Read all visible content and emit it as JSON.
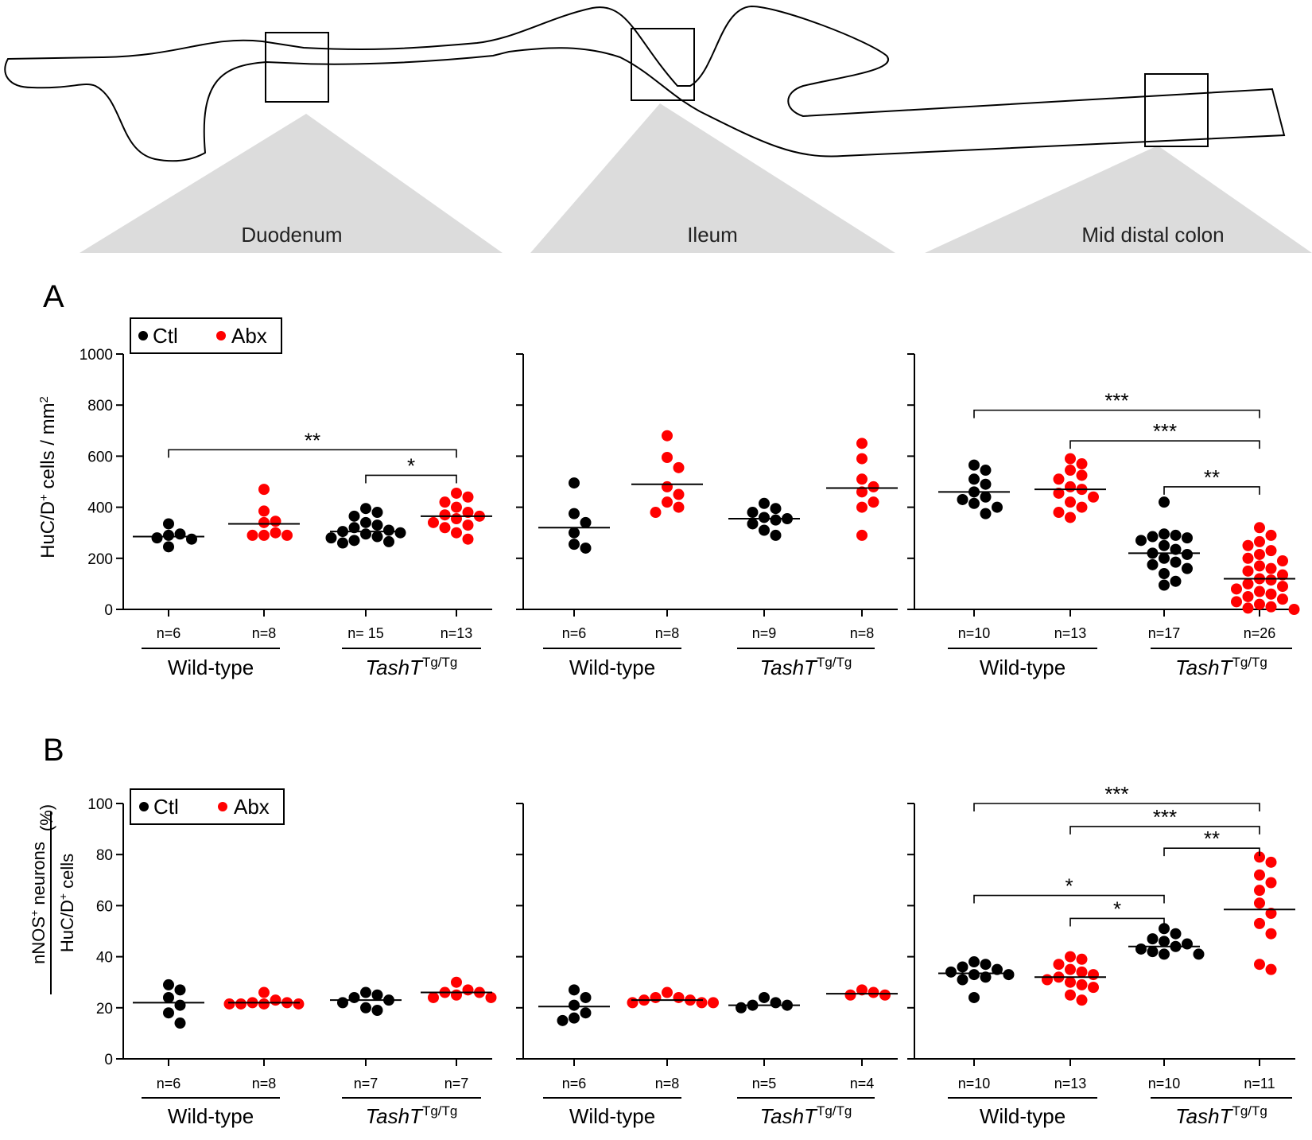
{
  "gut_diagram": {
    "regions": [
      {
        "label": "Duodenum"
      },
      {
        "label": "Ileum"
      },
      {
        "label": "Mid distal colon"
      }
    ]
  },
  "legend": {
    "ctl_label": "Ctl",
    "abx_label": "Abx",
    "ctl_color": "#000000",
    "abx_color": "#ff0000"
  },
  "groups": {
    "wild_type": "Wild-type",
    "tasht_main": "TashT",
    "tasht_sup": "Tg/Tg"
  },
  "panels": [
    {
      "id": "A",
      "letter": "A",
      "ylabel": "HuC/D",
      "ylabel_sup": "+",
      "ylabel_tail": " cells / mm",
      "ylabel_sup2": "2",
      "chart_data": {
        "type": "scatter",
        "ylim": [
          0,
          1000
        ],
        "yticks": [
          "0",
          "200",
          "400",
          "600",
          "800",
          "1000"
        ],
        "grid": false,
        "subplots": [
          {
            "region": "Duodenum",
            "groups": [
              {
                "genotype": "Wild-type",
                "treatment": "Ctl",
                "n_label": "n=6",
                "mean": 285,
                "values": [
                  335,
                  295,
                  290,
                  280,
                  275,
                  245
                ]
              },
              {
                "genotype": "Wild-type",
                "treatment": "Abx",
                "n_label": "n=8",
                "mean": 335,
                "values": [
                  470,
                  385,
                  345,
                  340,
                  300,
                  290,
                  290,
                  290
                ]
              },
              {
                "genotype": "TashT Tg/Tg",
                "treatment": "Ctl",
                "n_label": "n= 15",
                "mean": 305,
                "values": [
                  395,
                  380,
                  365,
                  340,
                  330,
                  320,
                  310,
                  305,
                  300,
                  295,
                  285,
                  280,
                  270,
                  265,
                  260
                ]
              },
              {
                "genotype": "TashT Tg/Tg",
                "treatment": "Abx",
                "n_label": "n=13",
                "mean": 365,
                "values": [
                  455,
                  440,
                  420,
                  400,
                  380,
                  370,
                  365,
                  355,
                  340,
                  330,
                  320,
                  300,
                  275
                ]
              }
            ],
            "significance": [
              {
                "from": 0,
                "to": 3,
                "label": "**",
                "y": 625
              },
              {
                "from": 2,
                "to": 3,
                "label": "*",
                "y": 525
              }
            ]
          },
          {
            "region": "Ileum",
            "groups": [
              {
                "genotype": "Wild-type",
                "treatment": "Ctl",
                "n_label": "n=6",
                "mean": 320,
                "values": [
                  495,
                  375,
                  340,
                  300,
                  255,
                  240
                ]
              },
              {
                "genotype": "Wild-type",
                "treatment": "Abx",
                "n_label": "n=8",
                "mean": 490,
                "values": [
                  680,
                  595,
                  555,
                  480,
                  450,
                  420,
                  400,
                  380
                ]
              },
              {
                "genotype": "TashT Tg/Tg",
                "treatment": "Ctl",
                "n_label": "n=9",
                "mean": 355,
                "values": [
                  415,
                  395,
                  380,
                  360,
                  355,
                  350,
                  335,
                  310,
                  290
                ]
              },
              {
                "genotype": "TashT Tg/Tg",
                "treatment": "Abx",
                "n_label": "n=8",
                "mean": 475,
                "values": [
                  650,
                  590,
                  510,
                  480,
                  460,
                  420,
                  400,
                  290
                ]
              }
            ],
            "significance": []
          },
          {
            "region": "Mid distal colon",
            "groups": [
              {
                "genotype": "Wild-type",
                "treatment": "Ctl",
                "n_label": "n=10",
                "mean": 460,
                "values": [
                  565,
                  545,
                  510,
                  490,
                  460,
                  440,
                  430,
                  415,
                  400,
                  375
                ]
              },
              {
                "genotype": "Wild-type",
                "treatment": "Abx",
                "n_label": "n=13",
                "mean": 470,
                "values": [
                  590,
                  570,
                  545,
                  525,
                  510,
                  480,
                  470,
                  455,
                  440,
                  420,
                  400,
                  380,
                  360
                ]
              },
              {
                "genotype": "TashT Tg/Tg",
                "treatment": "Ctl",
                "n_label": "n=17",
                "mean": 220,
                "values": [
                  420,
                  295,
                  290,
                  285,
                  280,
                  270,
                  250,
                  235,
                  220,
                  215,
                  200,
                  185,
                  175,
                  160,
                  140,
                  110,
                  95
                ]
              },
              {
                "genotype": "TashT Tg/Tg",
                "treatment": "Abx",
                "n_label": "n=26",
                "mean": 120,
                "values": [
                  320,
                  290,
                  265,
                  250,
                  230,
                  215,
                  200,
                  190,
                  170,
                  160,
                  150,
                  135,
                  120,
                  115,
                  100,
                  90,
                  80,
                  70,
                  60,
                  50,
                  40,
                  30,
                  20,
                  10,
                  5,
                  0
                ]
              }
            ],
            "significance": [
              {
                "from": 0,
                "to": 3,
                "label": "***",
                "y": 780
              },
              {
                "from": 1,
                "to": 3,
                "label": "***",
                "y": 660
              },
              {
                "from": 2,
                "to": 3,
                "label": "**",
                "y": 480
              }
            ]
          }
        ]
      }
    },
    {
      "id": "B",
      "letter": "B",
      "ylabel_num_pre": "nNOS",
      "ylabel_num_sup": "+",
      "ylabel_num_post": " neurons",
      "ylabel_den_pre": "HuC/D",
      "ylabel_den_sup": "+",
      "ylabel_den_post": " cells",
      "ylabel_unit": "(%)",
      "chart_data": {
        "type": "scatter",
        "ylim": [
          0,
          100
        ],
        "yticks": [
          "0",
          "20",
          "40",
          "60",
          "80",
          "100"
        ],
        "grid": false,
        "subplots": [
          {
            "region": "Duodenum",
            "groups": [
              {
                "genotype": "Wild-type",
                "treatment": "Ctl",
                "n_label": "n=6",
                "mean": 22,
                "values": [
                  29,
                  27,
                  24,
                  21,
                  18,
                  14
                ]
              },
              {
                "genotype": "Wild-type",
                "treatment": "Abx",
                "n_label": "n=8",
                "mean": 22,
                "values": [
                  26,
                  23,
                  22,
                  22,
                  21.5,
                  21.5,
                  21.5,
                  21.5
                ]
              },
              {
                "genotype": "TashT Tg/Tg",
                "treatment": "Ctl",
                "n_label": "n=7",
                "mean": 23,
                "values": [
                  26,
                  25,
                  24,
                  23,
                  22,
                  20,
                  19
                ]
              },
              {
                "genotype": "TashT Tg/Tg",
                "treatment": "Abx",
                "n_label": "n=7",
                "mean": 26,
                "values": [
                  30,
                  27,
                  26,
                  26,
                  25,
                  24,
                  24
                ]
              }
            ],
            "significance": []
          },
          {
            "region": "Ileum",
            "groups": [
              {
                "genotype": "Wild-type",
                "treatment": "Ctl",
                "n_label": "n=6",
                "mean": 20.5,
                "values": [
                  27,
                  24,
                  21,
                  18,
                  16,
                  15
                ]
              },
              {
                "genotype": "Wild-type",
                "treatment": "Abx",
                "n_label": "n=8",
                "mean": 23,
                "values": [
                  26,
                  24,
                  24,
                  23,
                  23,
                  22,
                  22,
                  22
                ]
              },
              {
                "genotype": "TashT Tg/Tg",
                "treatment": "Ctl",
                "n_label": "n=5",
                "mean": 21,
                "values": [
                  24,
                  22,
                  21,
                  21,
                  20
                ]
              },
              {
                "genotype": "TashT Tg/Tg",
                "treatment": "Abx",
                "n_label": "n=4",
                "mean": 25.5,
                "values": [
                  27,
                  26,
                  25,
                  25
                ]
              }
            ],
            "significance": []
          },
          {
            "region": "Mid distal colon",
            "groups": [
              {
                "genotype": "Wild-type",
                "treatment": "Ctl",
                "n_label": "n=10",
                "mean": 33.5,
                "values": [
                  38,
                  37,
                  36,
                  35,
                  34,
                  33,
                  33,
                  32,
                  31,
                  24
                ]
              },
              {
                "genotype": "Wild-type",
                "treatment": "Abx",
                "n_label": "n=13",
                "mean": 32,
                "values": [
                  40,
                  39,
                  37,
                  35,
                  34,
                  33,
                  32,
                  31,
                  30,
                  29,
                  28,
                  25,
                  23
                ]
              },
              {
                "genotype": "TashT Tg/Tg",
                "treatment": "Ctl",
                "n_label": "n=10",
                "mean": 44,
                "values": [
                  51,
                  49,
                  47,
                  46,
                  45,
                  44,
                  43,
                  42,
                  41,
                  41
                ]
              },
              {
                "genotype": "TashT Tg/Tg",
                "treatment": "Abx",
                "n_label": "n=11",
                "mean": 58.5,
                "values": [
                  79,
                  77,
                  72,
                  69,
                  66,
                  61,
                  57,
                  53,
                  49,
                  37,
                  35
                ]
              }
            ],
            "significance": [
              {
                "from": 0,
                "to": 3,
                "label": "***",
                "y": 100
              },
              {
                "from": 1,
                "to": 3,
                "label": "***",
                "y": 91
              },
              {
                "from": 2,
                "to": 3,
                "label": "**",
                "y": 82.5
              },
              {
                "from": 0,
                "to": 2,
                "label": "*",
                "y": 64
              },
              {
                "from": 1,
                "to": 2,
                "label": "*",
                "y": 55
              }
            ]
          }
        ]
      }
    }
  ]
}
